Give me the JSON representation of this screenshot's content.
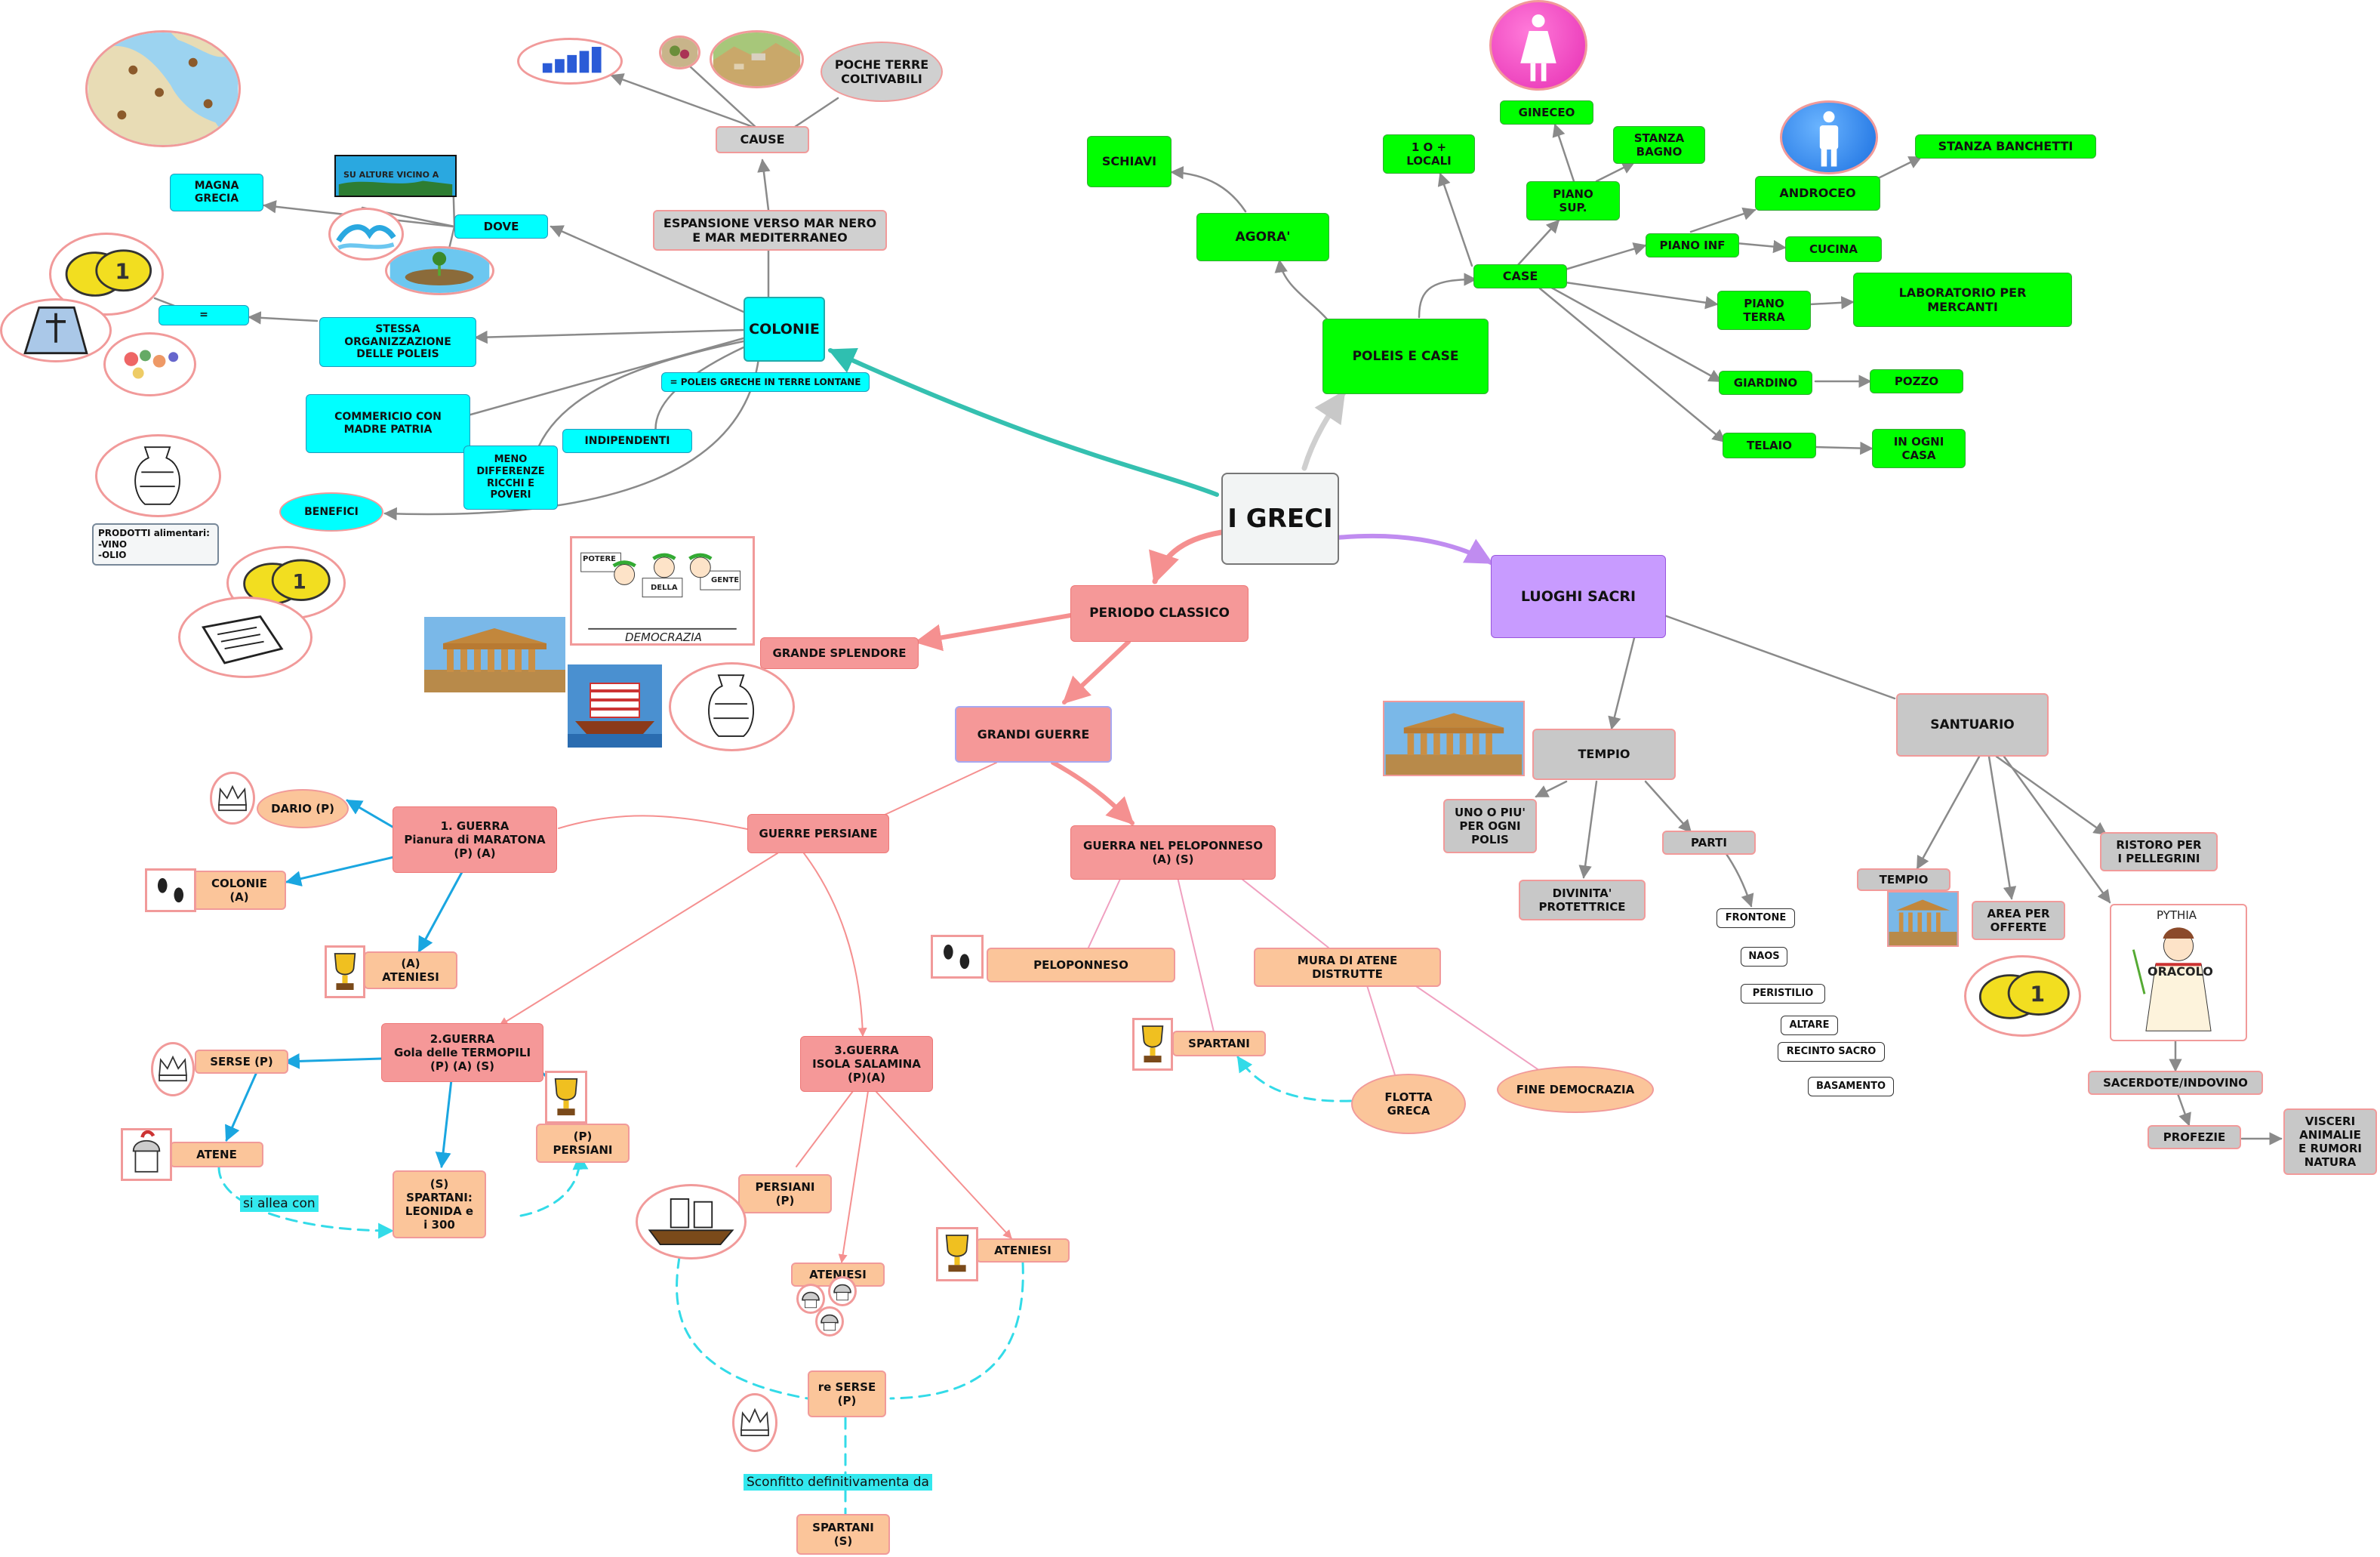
{
  "title": "I GRECI",
  "colors": {
    "teal": "#00ffff",
    "green": "#00ff00",
    "pink": "#f59898",
    "salmon": "#fbc59a",
    "lavender": "#c89bff",
    "gray": "#c8c8c8"
  },
  "nodes": {
    "root": "I GRECI",
    "colonie": "COLONIE",
    "espansione": "ESPANSIONE VERSO MAR NERO\nE MAR MEDITERRANEO",
    "cause": "CAUSE",
    "poche_terre": "POCHE TERRE\nCOLTIVABILI",
    "dove": "DOVE",
    "magna_grecia": "MAGNA\nGRECIA",
    "su_alture": "SU ALTURE VICINO A",
    "stessa": "STESSA\nORGANIZZAZIONE\nDELLE POLEIS",
    "uguale": "=",
    "poleis_greche": "= POLEIS GRECHE IN TERRE LONTANE",
    "commercio": "COMMERICIO CON\nMADRE PATRIA",
    "indipendenti": "INDIPENDENTI",
    "meno_diff": "MENO\nDIFFERENZE\nRICCHI E\nPOVERI",
    "benefici": "BENEFICI",
    "prodotti": "PRODOTTI alimentari:\n-VINO\n-OLIO",
    "poleis_case": "POLEIS E CASE",
    "agora": "AGORA'",
    "schiavi": "SCHIAVI",
    "case": "CASE",
    "locali": "1 O +\nLOCALI",
    "gineceo": "GINECEO",
    "piano_sup": "PIANO\nSUP.",
    "stanza_bagno": "STANZA\nBAGNO",
    "piano_inf": "PIANO INF",
    "androceo": "ANDROCEO",
    "stanza_banchetti": "STANZA BANCHETTI",
    "cucina": "CUCINA",
    "piano_terra": "PIANO\nTERRA",
    "laboratorio": "LABORATORIO PER\nMERCANTI",
    "giardino": "GIARDINO",
    "pozzo": "POZZO",
    "telaio": "TELAIO",
    "in_ogni_casa": "IN OGNI\nCASA",
    "luoghi_sacri": "LUOGHI SACRI",
    "tempio": "TEMPIO",
    "uno_o_piu": "UNO O PIU'\nPER OGNI\nPOLIS",
    "divinita": "DIVINITA'\nPROTETTRICE",
    "parti": "PARTI",
    "frontone": "FRONTONE",
    "naos": "NAOS",
    "peristilio": "PERISTILIO",
    "altare": "ALTARE",
    "recinto": "RECINTO SACRO",
    "basamento": "BASAMENTO",
    "santuario": "SANTUARIO",
    "tempio2": "TEMPIO",
    "area_offerte": "AREA PER\nOFFERTE",
    "ristoro": "RISTORO PER\nI PELLEGRINI",
    "oracolo": "ORACOLO",
    "pythia": "PYTHIA",
    "sacerdote": "SACERDOTE/INDOVINO",
    "profezie": "PROFEZIE",
    "visceri": "VISCERI\nANIMALIE\nE RUMORI\nNATURA",
    "periodo_classico": "PERIODO CLASSICO",
    "grande_splendore": "GRANDE SPLENDORE",
    "democrazia": "DEMOCRAZIA",
    "grandi_guerre": "GRANDI GUERRE",
    "guerre_persiane": "GUERRE PERSIANE",
    "guerra1": "1. GUERRA\nPianura di MARATONA\n(P) (A)",
    "dario": "DARIO (P)",
    "colonie_a": "COLONIE\n(A)",
    "ateniesi_a": "(A)\nATENIESI",
    "guerra2": "2.GUERRA\nGola delle TERMOPILI\n(P) (A) (S)",
    "serse": "SERSE (P)",
    "atene": "ATENE",
    "si_allea": "si allea con",
    "spartani_leonida": "(S)\nSPARTANI:\nLEONIDA e\ni 300",
    "persiani_p": "(P)\nPERSIANI",
    "guerra3": "3.GUERRA\nISOLA SALAMINA\n(P)(A)",
    "persiani_p2": "PERSIANI\n(P)",
    "ateniesi2": "ATENIESI",
    "ateniesi3": "ATENIESI",
    "re_serse": "re SERSE\n(P)",
    "sconfitto": "Sconfitto definitivamenta da",
    "spartani_s": "SPARTANI\n(S)",
    "peloponneso_war": "GUERRA NEL PELOPONNESO\n(A) (S)",
    "peloponneso": "PELOPONNESO",
    "spartani": "SPARTANI",
    "mura": "MURA DI ATENE\nDISTRUTTE",
    "flotta": "FLOTTA\nGRECA",
    "fine_democrazia": "FINE DEMOCRAZIA"
  },
  "board_words": [
    "POTERE",
    "DELLA",
    "GENTE"
  ],
  "icons": [
    "map-icon",
    "bar-chart-icon",
    "landscape-icon",
    "wave-icon",
    "coins-icon",
    "vase-icon",
    "scroll-icon",
    "temple-icon",
    "ship-icon",
    "crown-icon",
    "footprints-icon",
    "trophy-icon",
    "female-icon",
    "male-icon",
    "soldier-icon"
  ]
}
